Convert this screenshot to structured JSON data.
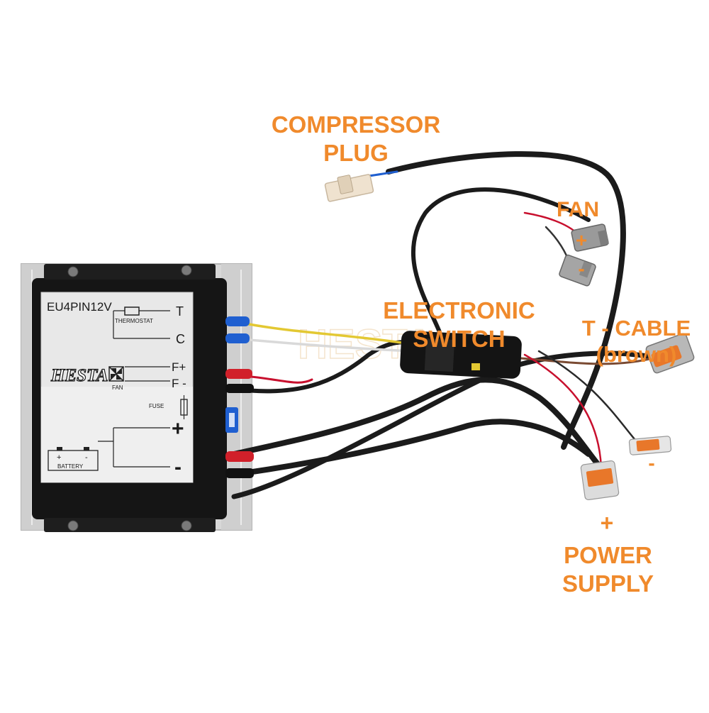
{
  "controller": {
    "model": "EU4PIN12V",
    "brand": "HESTA",
    "terminals": {
      "t": "T",
      "c": "C",
      "f_plus": "F+",
      "f_minus": "F -",
      "plus": "+",
      "minus": "-"
    },
    "labels": {
      "thermostat": "THERMOSTAT",
      "fan": "FAN",
      "fuse": "FUSE",
      "battery": "BATTERY",
      "battery_plus": "+",
      "battery_minus": "-"
    }
  },
  "callouts": {
    "compressor_plug": [
      "COMPRESSOR",
      "PLUG"
    ],
    "fan": "FAN",
    "fan_plus": "+",
    "fan_minus": "-",
    "electronic_switch": [
      "ELECTRONIC",
      "SWITCH"
    ],
    "t_cable": [
      "T - CABLE",
      "(brown)"
    ],
    "supply_minus": "-",
    "supply_plus": "+",
    "power_supply": [
      "POWER",
      "SUPPLY"
    ]
  },
  "watermark": "HESTA",
  "colors": {
    "callout": "#f08a2c",
    "housing": "#151515",
    "heatsink": "#d8d8d8",
    "panel": "#e8e8e8",
    "cable": "#1b1b1b",
    "wire_red": "#c8102e",
    "wire_yellow": "#e3c832",
    "wire_white": "#d9d9d9",
    "wire_brown": "#7a4a32",
    "terminal_blue": "#1f5fd0",
    "terminal_red": "#d1202a",
    "connector_orange": "#e8772a",
    "connector_gray": "#9a9a9a",
    "plug_beige": "#efe2cf"
  }
}
